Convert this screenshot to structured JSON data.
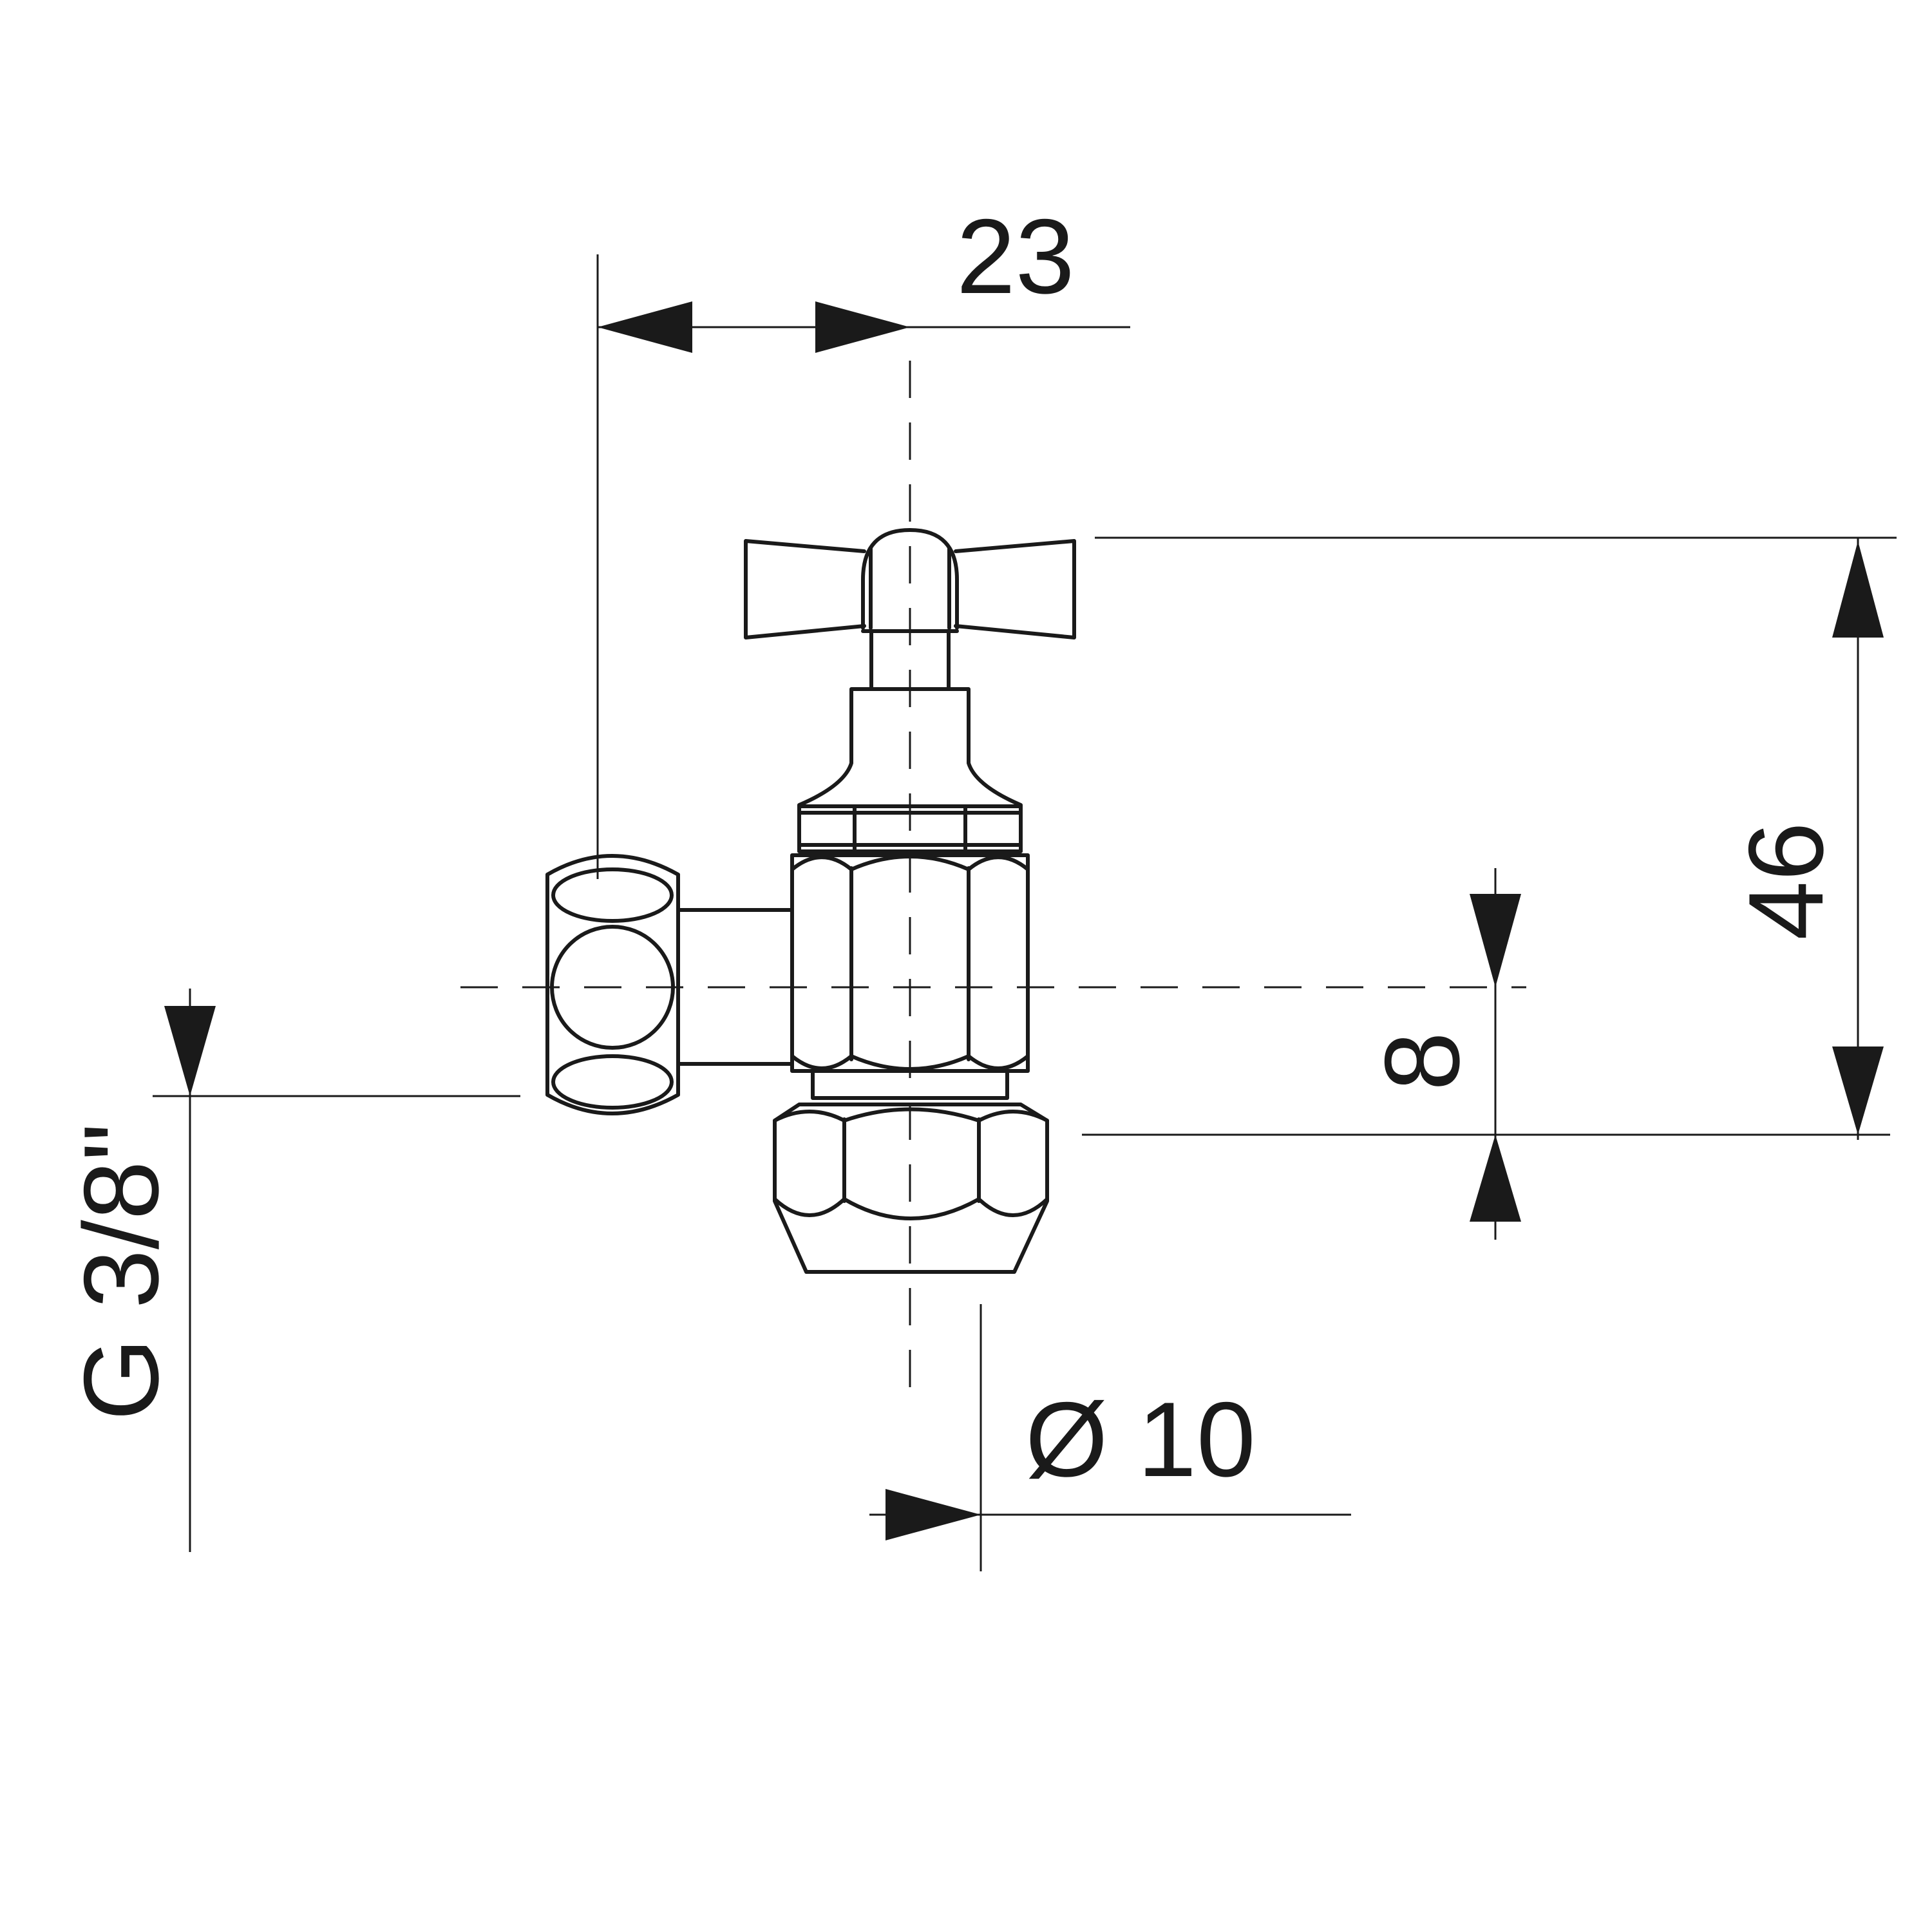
{
  "drawing": {
    "dimensions": {
      "offset_horizontal": "23",
      "height_total": "46",
      "offset_vertical": "8",
      "thread_size": "G 3/8\"",
      "pipe_diameter": "Ø 10"
    },
    "colors": {
      "line": "#1a1a1a",
      "background": "#ffffff"
    }
  }
}
